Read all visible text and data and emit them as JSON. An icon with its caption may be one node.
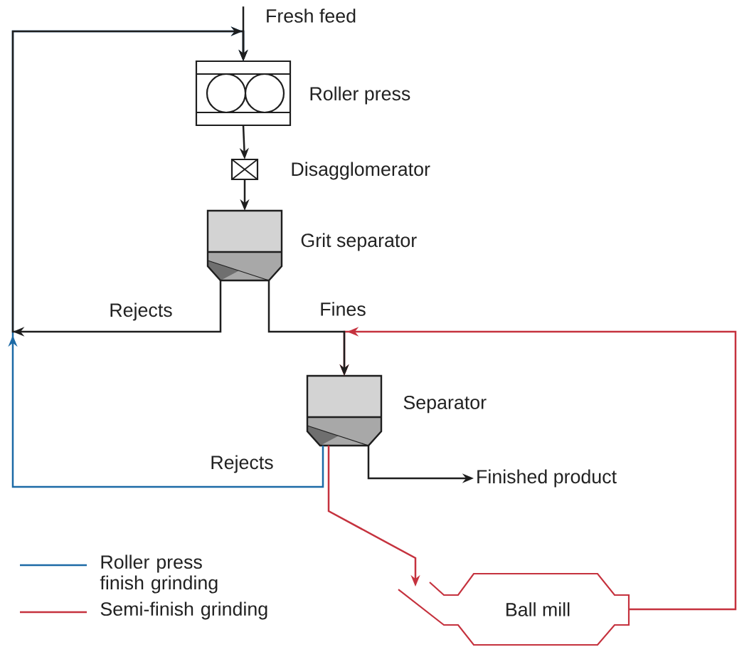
{
  "diagram": {
    "nodes": [
      {
        "text": [
          "Fresh feed"
        ]
      },
      {
        "text": [],
        "shape": "picture",
        "beside": [
          "Roller press"
        ]
      },
      {
        "text": [],
        "shape": "box",
        "beside": [
          "Disagglomerator"
        ]
      },
      {
        "text": [],
        "shape": "picture",
        "beside": [
          "Grit separator"
        ]
      },
      {
        "text": [],
        "shape": "picture",
        "beside": [
          "Separator"
        ]
      },
      {
        "text": [
          "Finished product"
        ]
      },
      {
        "text": [
          "Ball mill"
        ]
      }
    ],
    "edges": [
      {
        "from": 0,
        "to": 1,
        "arrow": "to"
      },
      {
        "from": 1,
        "to": 2,
        "arrow": "to"
      },
      {
        "from": 2,
        "to": 3,
        "arrow": "to"
      },
      {
        "from": 3,
        "to": 1,
        "arrow": "to",
        "label": "Rejects"
      },
      {
        "from": 3,
        "to": 4,
        "arrow": "to",
        "label": "Fines"
      },
      {
        "from": 4,
        "to": 1,
        "arrow": "to",
        "label": "Rejects",
        "color": "#1c6aa6"
      },
      {
        "from": 4,
        "to": 5,
        "arrow": "to"
      },
      {
        "from": 4,
        "to": 6,
        "arrow": "to",
        "color": "#c5323e"
      },
      {
        "from": 6,
        "to": 4,
        "arrow": "to",
        "color": "#c5323e"
      }
    ],
    "legend": [
      {
        "text": "Roller press finish grinding"
      },
      {
        "text": "Semi-finish grinding"
      }
    ]
  }
}
